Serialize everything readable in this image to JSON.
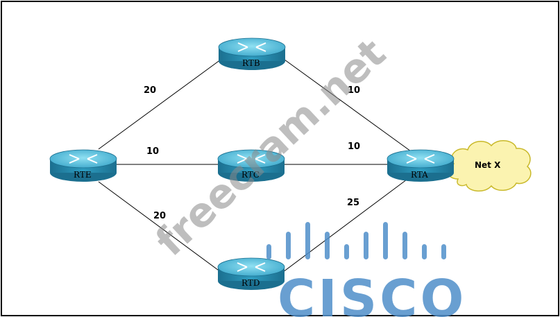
{
  "routers": [
    {
      "id": "rte",
      "label": "RTE"
    },
    {
      "id": "rtb",
      "label": "RTB"
    },
    {
      "id": "rtc",
      "label": "RTC"
    },
    {
      "id": "rtd",
      "label": "RTD"
    },
    {
      "id": "rta",
      "label": "RTA"
    }
  ],
  "links": [
    {
      "id": "rte-rtb",
      "from": "RTE",
      "to": "RTB",
      "cost": "20"
    },
    {
      "id": "rtb-rta",
      "from": "RTB",
      "to": "RTA",
      "cost": "10"
    },
    {
      "id": "rte-rtc",
      "from": "RTE",
      "to": "RTC",
      "cost": "10"
    },
    {
      "id": "rtc-rta",
      "from": "RTC",
      "to": "RTA",
      "cost": "10"
    },
    {
      "id": "rte-rtd",
      "from": "RTE",
      "to": "RTD",
      "cost": "20"
    },
    {
      "id": "rtd-rta",
      "from": "RTD",
      "to": "RTA",
      "cost": "25"
    }
  ],
  "network": {
    "label": "Net X"
  },
  "watermark": {
    "text": "freecram.net"
  },
  "logo": {
    "text": "CISCO",
    "color": "#4f8fca"
  },
  "colors": {
    "router_body": "#2b8fb3",
    "router_top": "#5fc3e0",
    "cloud_fill": "#fbf3b0",
    "cloud_stroke": "#c9b92a",
    "frame": "#000000"
  }
}
